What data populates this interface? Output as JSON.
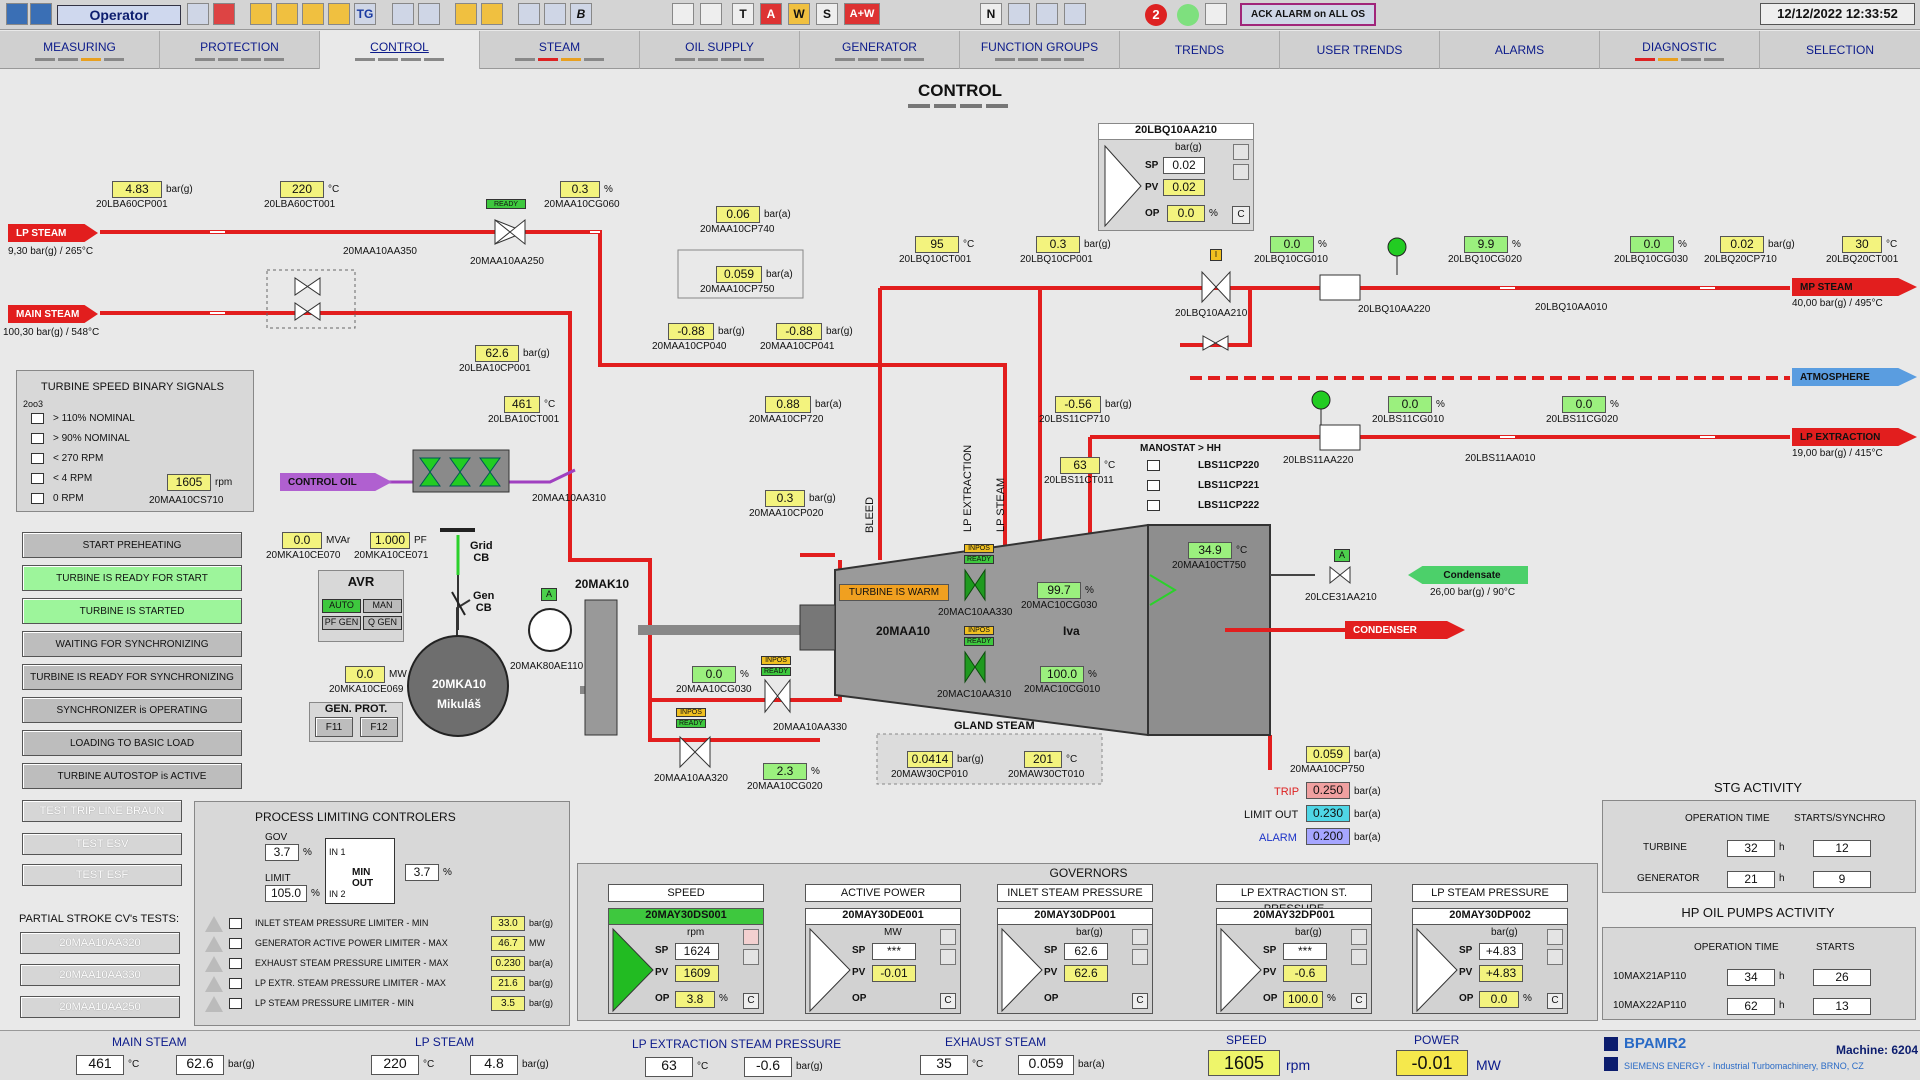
{
  "header": {
    "role": "Operator",
    "datetime": "12/12/2022 12:33:52",
    "ack_label": "ACK ALARM on ALL OS",
    "alarm_count": "2",
    "tb_letters": [
      "T",
      "A",
      "W",
      "S",
      "A+W",
      "N"
    ],
    "tg": "TG",
    "b": "B"
  },
  "nav": [
    "MEASURING",
    "PROTECTION",
    "CONTROL",
    "STEAM",
    "OIL SUPPLY",
    "GENERATOR",
    "FUNCTION GROUPS",
    "TRENDS",
    "USER TRENDS",
    "ALARMS",
    "DIAGNOSTIC",
    "SELECTION"
  ],
  "page_title": "CONTROL",
  "lp_steam": {
    "label": "LP STEAM",
    "sub": "9,30 bar(g) / 265°C"
  },
  "main_steam": {
    "label": "MAIN STEAM",
    "sub": "100,30 bar(g) / 548°C"
  },
  "mp_steam": {
    "label": "MP STEAM",
    "sub": "40,00 bar(g) / 495°C"
  },
  "atmosphere": "ATMOSPHERE",
  "lp_extraction": {
    "label": "LP EXTRACTION",
    "sub": "19,00 bar(g) / 415°C"
  },
  "condensate": {
    "label": "Condensate",
    "sub": "26,00 bar(g) / 90°C"
  },
  "condenser": "CONDENSER",
  "control_oil": "CONTROL OIL",
  "m": [
    {
      "v": "4.83",
      "u": "bar(g)",
      "t": "20LBA60CP001",
      "c": "y"
    },
    {
      "v": "220",
      "u": "°C",
      "t": "20LBA60CT001",
      "c": "y"
    },
    {
      "v": "0.3",
      "u": "%",
      "t": "20MAA10CG060",
      "c": "y"
    },
    {
      "v": "0.06",
      "u": "bar(a)",
      "t": "20MAA10CP740",
      "c": "y"
    },
    {
      "v": "0.059",
      "u": "bar(a)",
      "t": "20MAA10CP750",
      "c": "y"
    },
    {
      "v": "-0.88",
      "u": "bar(g)",
      "t": "20MAA10CP040",
      "c": "y"
    },
    {
      "v": "-0.88",
      "u": "bar(g)",
      "t": "20MAA10CP041",
      "c": "y"
    },
    {
      "v": "62.6",
      "u": "bar(g)",
      "t": "20LBA10CP001",
      "c": "y"
    },
    {
      "v": "461",
      "u": "°C",
      "t": "20LBA10CT001",
      "c": "y"
    },
    {
      "v": "0.88",
      "u": "bar(a)",
      "t": "20MAA10CP720",
      "c": "y"
    },
    {
      "v": "0.3",
      "u": "bar(g)",
      "t": "20MAA10CP020",
      "c": "y"
    },
    {
      "v": "95",
      "u": "°C",
      "t": "20LBQ10CT001",
      "c": "y"
    },
    {
      "v": "0.3",
      "u": "bar(g)",
      "t": "20LBQ10CP001",
      "c": "y"
    },
    {
      "v": "0.0",
      "u": "%",
      "t": "20LBQ10CG010",
      "c": "g"
    },
    {
      "v": "9.9",
      "u": "%",
      "t": "20LBQ10CG020",
      "c": "g"
    },
    {
      "v": "0.0",
      "u": "%",
      "t": "20LBQ10CG030",
      "c": "g"
    },
    {
      "v": "0.02",
      "u": "bar(g)",
      "t": "20LBQ20CP710",
      "c": "y"
    },
    {
      "v": "30",
      "u": "°C",
      "t": "20LBQ20CT001",
      "c": "y"
    },
    {
      "v": "-0.56",
      "u": "bar(g)",
      "t": "20LBS11CP710",
      "c": "y"
    },
    {
      "v": "63",
      "u": "°C",
      "t": "20LBS11CT011",
      "c": "y"
    },
    {
      "v": "0.0",
      "u": "%",
      "t": "20LBS11CG010",
      "c": "g"
    },
    {
      "v": "0.0",
      "u": "%",
      "t": "20LBS11CG020",
      "c": "g"
    },
    {
      "v": "34.9",
      "u": "°C",
      "t": "20MAA10CT750",
      "c": "g"
    },
    {
      "v": "99.7",
      "u": "%",
      "t": "20MAC10CG030",
      "c": "g"
    },
    {
      "v": "100.0",
      "u": "%",
      "t": "20MAC10CG010",
      "c": "g"
    },
    {
      "v": "0.0",
      "u": "%",
      "t": "20MAA10CG030",
      "c": "g"
    },
    {
      "v": "2.3",
      "u": "%",
      "t": "20MAA10CG020",
      "c": "g"
    },
    {
      "v": "0.0414",
      "u": "bar(g)",
      "t": "20MAW30CP010",
      "c": "y"
    },
    {
      "v": "201",
      "u": "°C",
      "t": "20MAW30CT010",
      "c": "y"
    },
    {
      "v": "0.059",
      "u": "bar(a)",
      "t": "20MAA10CP750",
      "c": "y"
    },
    {
      "v": "0.0",
      "u": "MVAr",
      "t": "20MKA10CE070",
      "c": "y"
    },
    {
      "v": "1.000",
      "u": "PF",
      "t": "20MKA10CE071",
      "c": "y"
    },
    {
      "v": "0.0",
      "u": "MW",
      "t": "20MKA10CE069",
      "c": "y"
    }
  ],
  "valves": [
    "20MAA10AA350",
    "20MAA10AA250",
    "20MAA10AA310",
    "20LBQ10AA210",
    "20LBQ10AA220",
    "20LBQ10AA010",
    "20LBS11AA220",
    "20LBS11AA010",
    "20LCE31AA210",
    "20MAC10AA330",
    "20MAC10AA310",
    "20MAA10AA330",
    "20MAA10AA320",
    "20MAK80AE110"
  ],
  "lbq_panel": {
    "title": "20LBQ10AA210",
    "unit": "bar(g)",
    "sp": "0.02",
    "pv": "0.02",
    "op": "0.0"
  },
  "speed_binary": {
    "title": "TURBINE  SPEED BINARY SIGNALS",
    "vote": "2oo3",
    "items": [
      "> 110% NOMINAL",
      "> 90% NOMINAL",
      "< 270 RPM",
      "< 4 RPM",
      "0 RPM"
    ],
    "rpm": "1605",
    "rpm_unit": "rpm",
    "tag": "20MAA10CS710"
  },
  "status_buttons": [
    {
      "t": "START PREHEATING",
      "c": "n"
    },
    {
      "t": "TURBINE IS READY FOR START",
      "c": "g"
    },
    {
      "t": "TURBINE IS STARTED",
      "c": "g"
    },
    {
      "t": "WAITING FOR SYNCHRONIZING",
      "c": "n"
    },
    {
      "t": "TURBINE IS READY FOR SYNCHRONIZING",
      "c": "n"
    },
    {
      "t": "SYNCHRONIZER is OPERATING",
      "c": "n"
    },
    {
      "t": "LOADING TO BASIC LOAD",
      "c": "n"
    },
    {
      "t": "TURBINE AUTOSTOP is ACTIVE",
      "c": "n"
    }
  ],
  "tests": [
    "TEST TRIP LINE BRAUN",
    "TEST ESV",
    "TEST ESF"
  ],
  "partial_title": "PARTIAL STROKE CV's TESTS:",
  "partial": [
    "20MAA10AA320",
    "20MAA10AA330",
    "20MAA10AA250"
  ],
  "avr": {
    "title": "AVR",
    "b": [
      "AUTO",
      "MAN",
      "PF GEN",
      "Q GEN"
    ]
  },
  "gen": {
    "name": "20MKA10",
    "sub": "Mikuláš",
    "gen_prot": "GEN. PROT.",
    "f": [
      "F11",
      "F12"
    ],
    "grid_cb": "Grid\nCB",
    "gen_cb": "Gen\nCB",
    "mak": "20MAK10",
    "a": "A"
  },
  "turbine": {
    "name": "20MAA10",
    "iva": "Iva",
    "warm": "TURBINE IS WARM",
    "bleed": "BLEED",
    "lp_ext": "LP EXTRACTION",
    "lp_steam": "LP STEAM",
    "gland": "GLAND STEAM",
    "inpos": "INPOS",
    "ready": "READY",
    "manostat": "MANOSTAT > HH",
    "mano": [
      "LBS11CP220",
      "LBS11CP221",
      "LBS11CP222"
    ]
  },
  "trip": {
    "trip_l": "TRIP",
    "trip_v": "0.250",
    "lo_l": "LIMIT OUT",
    "lo_v": "0.230",
    "al_l": "ALARM",
    "al_v": "0.200",
    "u": "bar(a)"
  },
  "plc": {
    "title": "PROCESS LIMITING CONTROLERS",
    "gov_l": "GOV",
    "gov": "3.7",
    "limit_l": "LIMIT",
    "limit": "105.0",
    "in1": "IN 1",
    "in2": "IN 2",
    "minout": "MIN OUT",
    "out": "3.7",
    "pct": "%",
    "rows": [
      {
        "t": "INLET STEAM PRESSURE LIMITER - MIN",
        "v": "33.0",
        "u": "bar(g)"
      },
      {
        "t": "GENERATOR ACTIVE POWER LIMITER - MAX",
        "v": "46.7",
        "u": "MW"
      },
      {
        "t": "EXHAUST STEAM PRESSURE LIMITER - MAX",
        "v": "0.230",
        "u": "bar(a)"
      },
      {
        "t": "LP EXTR. STEAM PRESSURE LIMITER - MAX",
        "v": "21.6",
        "u": "bar(g)"
      },
      {
        "t": "LP STEAM PRESSURE LIMITER - MIN",
        "v": "3.5",
        "u": "bar(g)"
      }
    ]
  },
  "governors": {
    "title": "GOVERNORS",
    "items": [
      {
        "h": "SPEED",
        "tag": "20MAY30DS001",
        "u": "rpm",
        "sp": "1624",
        "pv": "1609",
        "op": "3.8",
        "act": true
      },
      {
        "h": "ACTIVE POWER",
        "tag": "20MAY30DE001",
        "u": "MW",
        "sp": "***",
        "pv": "-0.01",
        "op": ""
      },
      {
        "h": "INLET STEAM PRESSURE",
        "tag": "20MAY30DP001",
        "u": "bar(g)",
        "sp": "62.6",
        "pv": "62.6",
        "op": ""
      },
      {
        "h": "LP EXTRACTION ST. PRESSURE",
        "tag": "20MAY32DP001",
        "u": "bar(g)",
        "sp": "***",
        "pv": "-0.6",
        "op": "100.0"
      },
      {
        "h": "LP STEAM PRESSURE",
        "tag": "20MAY30DP002",
        "u": "bar(g)",
        "sp": "+4.83",
        "pv": "+4.83",
        "op": "0.0"
      }
    ]
  },
  "stg": {
    "title": "STG ACTIVITY",
    "h1": "OPERATION TIME",
    "h2": "STARTS/SYNCHRO",
    "rows": [
      {
        "n": "TURBINE",
        "t": "32",
        "s": "12"
      },
      {
        "n": "GENERATOR",
        "t": "21",
        "s": "9"
      }
    ],
    "h": "h"
  },
  "hp": {
    "title": "HP OIL PUMPS ACTIVITY",
    "h1": "OPERATION TIME",
    "h2": "STARTS",
    "rows": [
      {
        "n": "10MAX21AP110",
        "t": "34",
        "s": "26"
      },
      {
        "n": "10MAX22AP110",
        "t": "62",
        "s": "13"
      }
    ],
    "h": "h"
  },
  "bottom": {
    "main": {
      "l": "MAIN STEAM",
      "t": "461",
      "tu": "°C",
      "p": "62.6",
      "pu": "bar(g)"
    },
    "lp": {
      "l": "LP STEAM",
      "t": "220",
      "tu": "°C",
      "p": "4.8",
      "pu": "bar(g)"
    },
    "lpe": {
      "l": "LP EXTRACTION STEAM PRESSURE",
      "t": "63",
      "tu": "°C",
      "p": "-0.6",
      "pu": "bar(g)"
    },
    "ex": {
      "l": "EXHAUST STEAM",
      "t": "35",
      "tu": "°C",
      "p": "0.059",
      "pu": "bar(a)"
    },
    "speed": {
      "l": "SPEED",
      "v": "1605",
      "u": "rpm"
    },
    "power": {
      "l": "POWER",
      "v": "-0.01",
      "u": "MW"
    },
    "brand": "BPAMR2",
    "machine": "Machine:  6204",
    "siemens": "SIEMENS ENERGY - Industrial Turbomachinery, BRNO, CZ"
  },
  "labels": {
    "sp": "SP",
    "pv": "PV",
    "op": "OP",
    "c": "C",
    "pct": "%",
    "rpm": "rpm",
    "A": "A",
    "I": "I"
  }
}
